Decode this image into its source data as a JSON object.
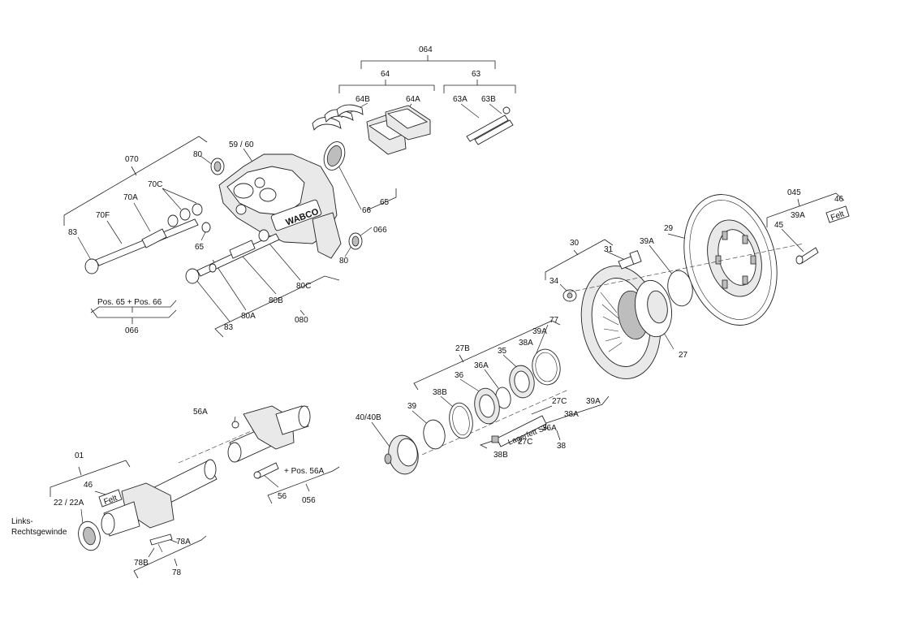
{
  "labels": {
    "l064": "064",
    "l64": "64",
    "l63": "63",
    "l64b": "64B",
    "l64a": "64A",
    "l63a": "63A",
    "l63b": "63B",
    "l070": "070",
    "l80a_top": "80",
    "l5960": "59 / 60",
    "l70c": "70C",
    "l70a": "70A",
    "l70f": "70F",
    "l83a": "83",
    "l65a": "65",
    "l66a": "66",
    "l65b": "65",
    "l066a": "066",
    "l80b": "80",
    "lpos": "Pos. 65 + Pos. 66",
    "l066b": "066",
    "l80c": "80C",
    "l80b2": "80B",
    "l80a": "80A",
    "l83b": "83",
    "l080": "080",
    "l30": "30",
    "l31": "31",
    "l39a_top": "39A",
    "l29": "29",
    "l34": "34",
    "l27": "27",
    "l045": "045",
    "l46a": "46",
    "l39a_r": "39A",
    "l45": "45",
    "felt_a": "Felt",
    "l77": "77",
    "l39a_m": "39A",
    "l38a_m": "38A",
    "l35": "35",
    "l27b": "27B",
    "l36a_m": "36A",
    "l36": "36",
    "l38b_m": "38B",
    "l39": "39",
    "l4040b": "40/40B",
    "l27c_a": "27C",
    "l39a_b": "39A",
    "l38a_b": "38A",
    "lager": "Lagerfett SK",
    "l36a_b": "36A",
    "l27c_b": "27C",
    "l38": "38",
    "l38b_b": "38B",
    "l56a": "56A",
    "lpos56a": "+ Pos. 56A",
    "l56": "56",
    "l056": "056",
    "l01": "01",
    "l46b": "46",
    "felt_b": "Felt",
    "l2222a": "22 / 22A",
    "llinks": "Links-",
    "lrechts": "Rechtsgewinde",
    "l78a": "78A",
    "l78b": "78B",
    "l78": "78"
  }
}
